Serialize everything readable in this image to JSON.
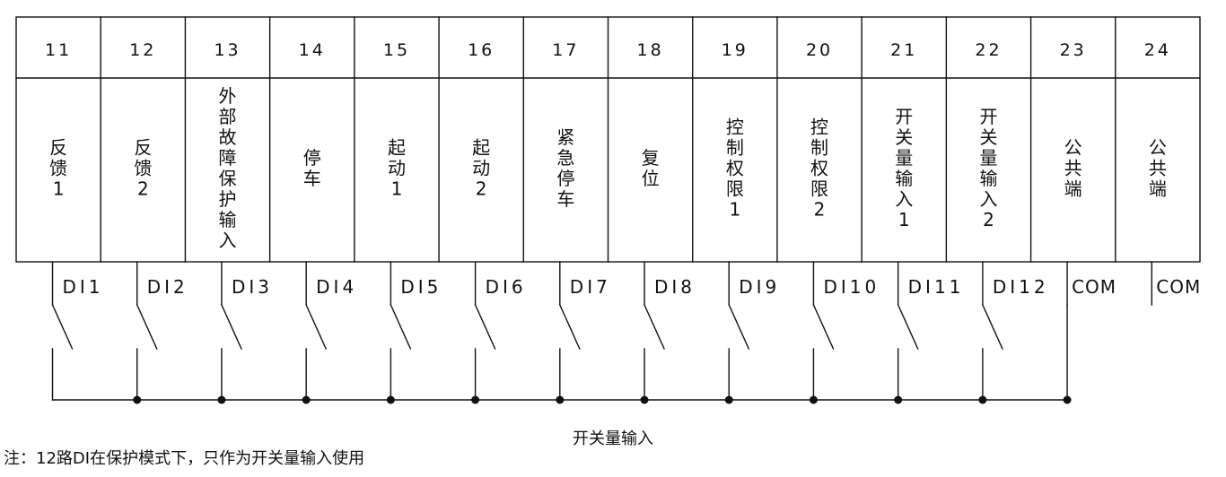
{
  "terminals": [
    {
      "number": "11",
      "function": "反馈1",
      "signal": "DI1"
    },
    {
      "number": "12",
      "function": "反馈2",
      "signal": "DI2"
    },
    {
      "number": "13",
      "function": "外部故障保护输入",
      "signal": "DI3"
    },
    {
      "number": "14",
      "function": "停车",
      "signal": "DI4"
    },
    {
      "number": "15",
      "function": "起动1",
      "signal": "DI5"
    },
    {
      "number": "16",
      "function": "起动2",
      "signal": "DI6"
    },
    {
      "number": "17",
      "function": "紧急停车",
      "signal": "DI7"
    },
    {
      "number": "18",
      "function": "复位",
      "signal": "DI8"
    },
    {
      "number": "19",
      "function": "控制权限1",
      "signal": "DI9"
    },
    {
      "number": "20",
      "function": "控制权限2",
      "signal": "DI10"
    },
    {
      "number": "21",
      "function": "开关量输入1",
      "signal": "DI11"
    },
    {
      "number": "22",
      "function": "开关量输入2",
      "signal": "DI12"
    },
    {
      "number": "23",
      "function": "公共端",
      "signal": "COM"
    },
    {
      "number": "24",
      "function": "公共端",
      "signal": "COM"
    }
  ],
  "diagram": {
    "bus_label": "开关量输入",
    "note": "注：12路DI在保护模式下，只作为开关量输入使用"
  },
  "colors": {
    "line": "#111111",
    "background": "#ffffff"
  }
}
